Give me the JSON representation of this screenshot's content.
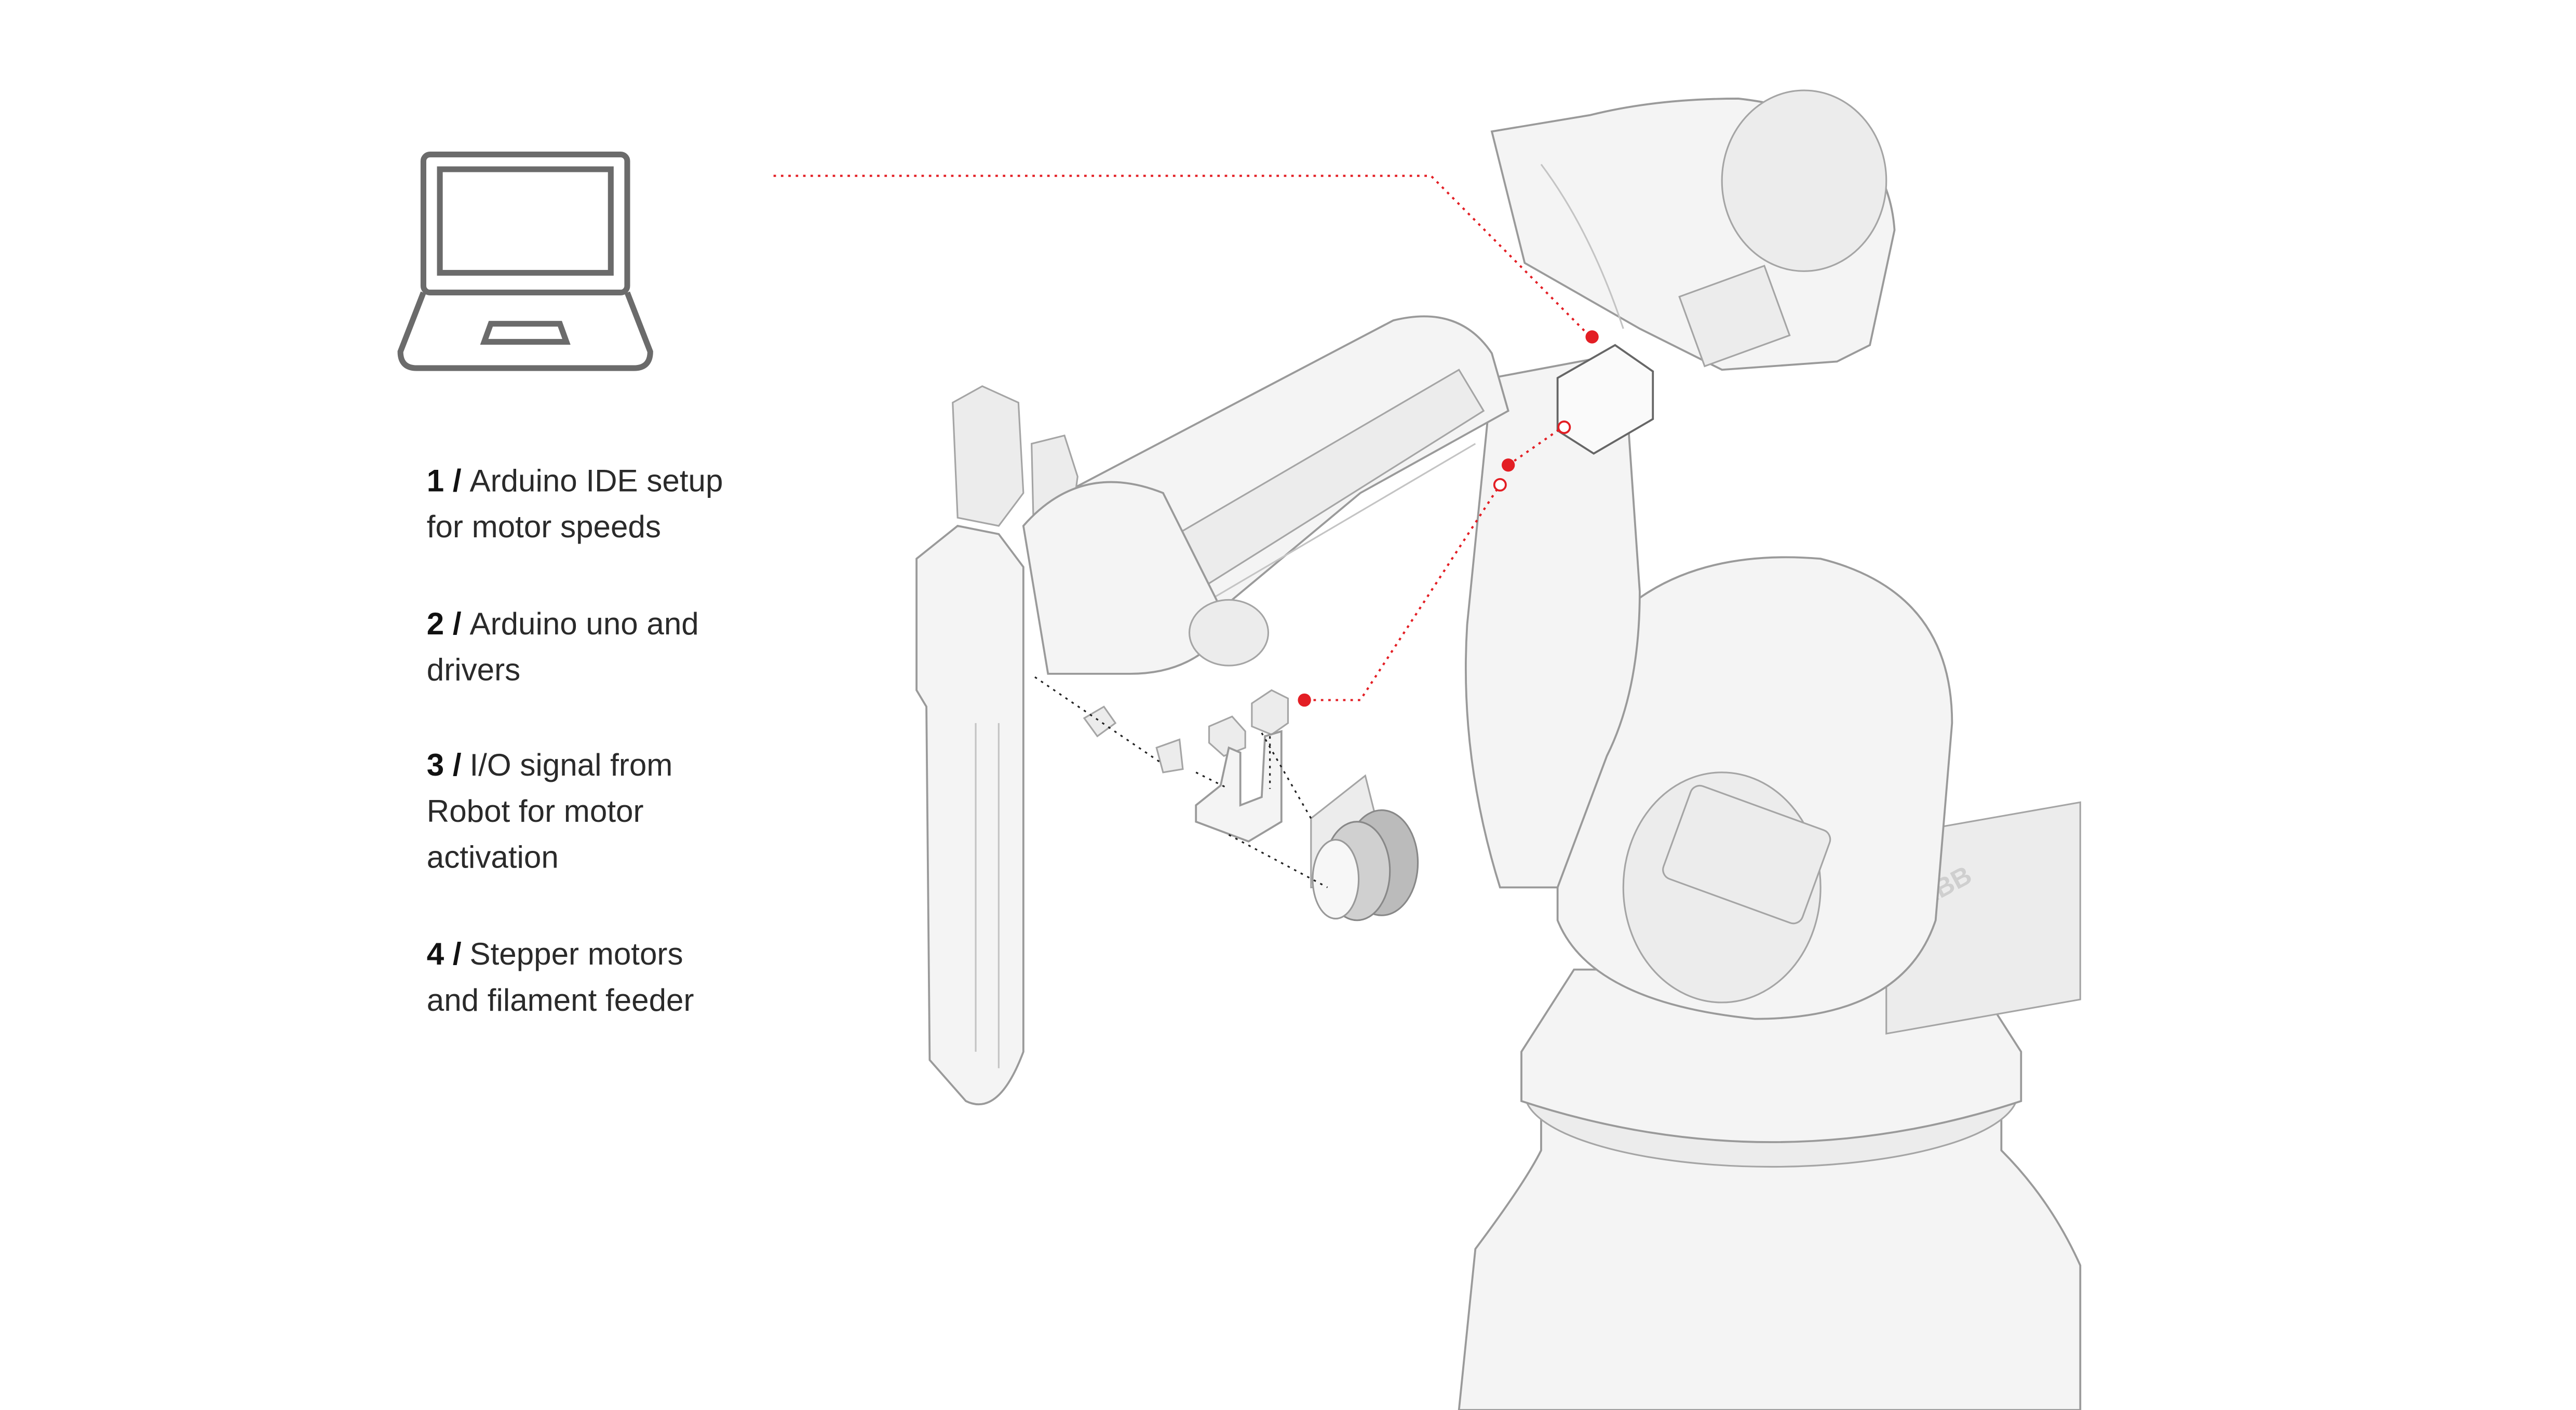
{
  "steps": [
    {
      "number": "1 /",
      "lines": [
        "Arduino IDE setup",
        "for motor speeds"
      ]
    },
    {
      "number": "2 /",
      "lines": [
        "Arduino uno and",
        "drivers"
      ]
    },
    {
      "number": "3 /",
      "lines": [
        "I/O signal from",
        "Robot for motor",
        "activation"
      ]
    },
    {
      "number": "4 /",
      "lines": [
        "Stepper motors",
        "and filament feeder"
      ]
    }
  ],
  "robot_brand": "ABB",
  "colors": {
    "accent": "#e31e24",
    "line": "#9a9a9a",
    "text": "#2a2a2a"
  },
  "icons": [
    "laptop-icon"
  ]
}
